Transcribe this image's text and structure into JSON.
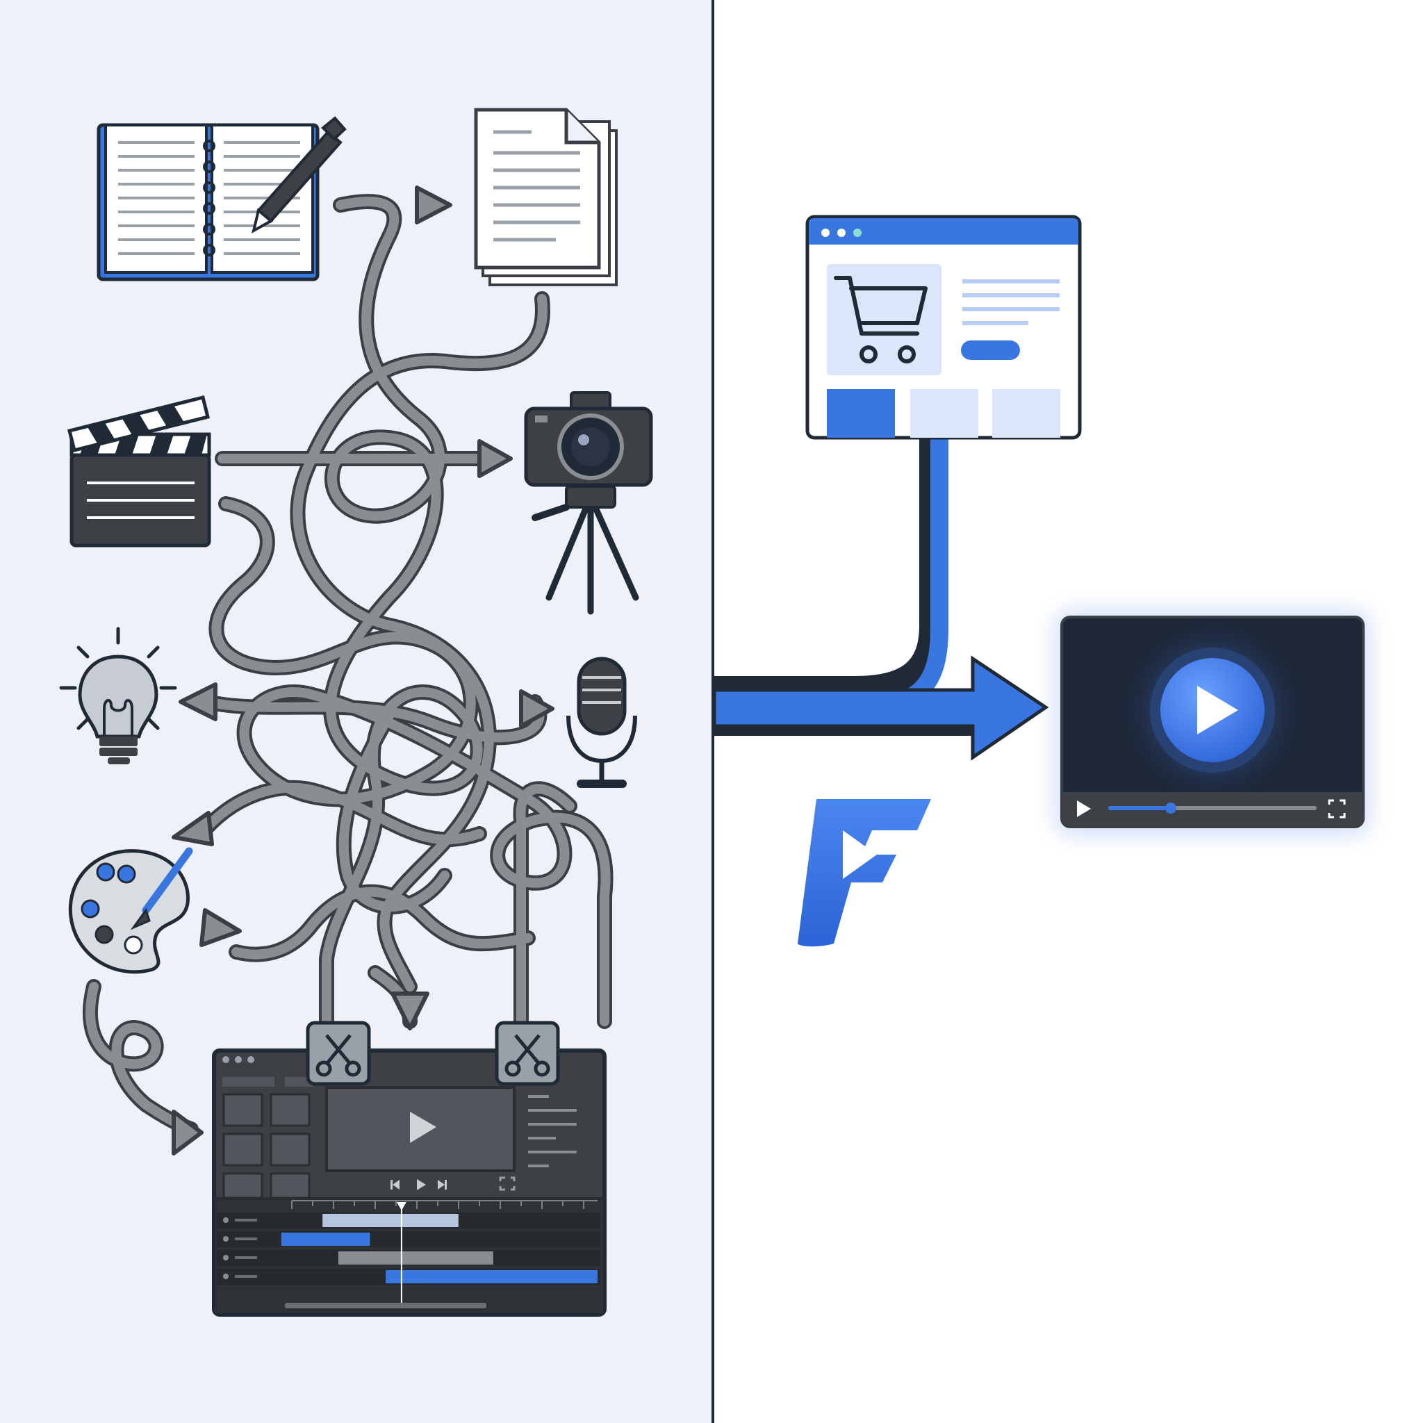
{
  "colors": {
    "left_bg": "#eef2f8",
    "right_bg": "#ffffff",
    "divider": "#1f2a36",
    "accent": "#3a76e0",
    "accent_light": "#dbe6fb",
    "tangle": "#8a8d92",
    "tangle_outline": "#3b3f45",
    "dark_ui": "#3d4045",
    "player_bg": "#1e2738"
  },
  "left_panel": {
    "icons": [
      "notebook-pen-icon",
      "documents-icon",
      "clapperboard-icon",
      "camera-tripod-icon",
      "lightbulb-icon",
      "microphone-icon",
      "palette-brush-icon",
      "video-editor-icon",
      "scissors-icon"
    ],
    "editor": {
      "timeline_tracks": 4,
      "clips": [
        {
          "track": 1,
          "color": "light",
          "start": 0.13,
          "end": 0.56
        },
        {
          "track": 2,
          "color": "accent",
          "start": 0.0,
          "end": 0.28
        },
        {
          "track": 3,
          "color": "gray",
          "start": 0.18,
          "end": 0.67
        },
        {
          "track": 4,
          "color": "accent",
          "start": 0.33,
          "end": 1.0
        }
      ],
      "playhead": 0.38
    }
  },
  "right_panel": {
    "icons": [
      "browser-shop-icon",
      "cart-icon",
      "logo-mark",
      "video-player-icon",
      "play-icon",
      "fullscreen-icon"
    ],
    "player": {
      "progress": 0.3
    }
  }
}
